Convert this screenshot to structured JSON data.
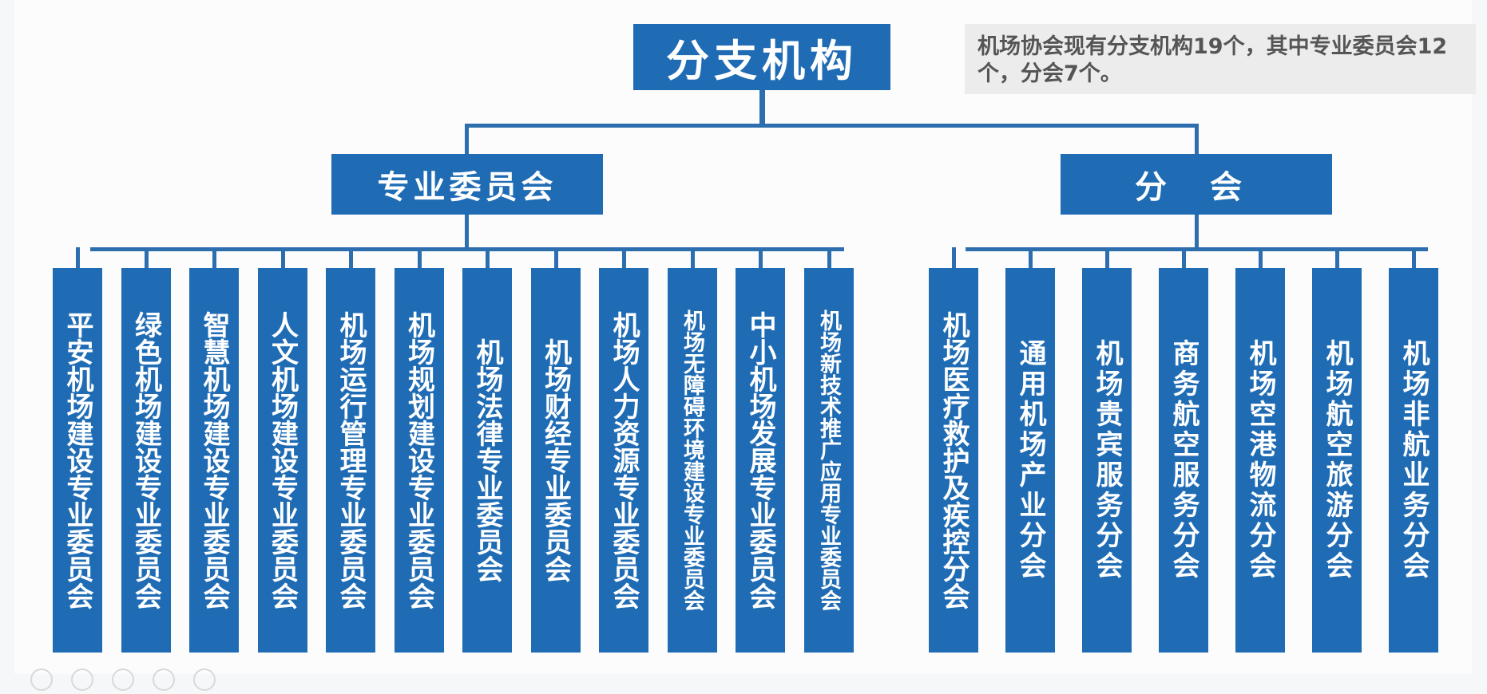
{
  "root": {
    "title": "分支机构"
  },
  "note": {
    "text": "机场协会现有分支机构19个，其中专业委员会12个，分会7个。"
  },
  "categories": [
    {
      "name": "专业委员会",
      "items": [
        "平安机场建设专业委员会",
        "绿色机场建设专业委员会",
        "智慧机场建设专业委员会",
        "人文机场建设专业委员会",
        "机场运行管理专业委员会",
        "机场规划建设专业委员会",
        "机场法律专业委员会",
        "机场财经专业委员会",
        "机场人力资源专业委员会",
        "机场无障碍环境建设专业委员会",
        "中小机场发展专业委员会",
        "机场新技术推广应用专业委员会"
      ]
    },
    {
      "name": "分 会",
      "items": [
        "机场医疗救护及疾控分会",
        "通用机场产业分会",
        "机场贵宾服务分会",
        "商务航空服务分会",
        "机场空港物流分会",
        "机场航空旅游分会",
        "机场非航业务分会"
      ]
    }
  ],
  "colors": {
    "box": "#1f6cb5",
    "line": "#2d6fae",
    "note_bg": "#ececec"
  }
}
